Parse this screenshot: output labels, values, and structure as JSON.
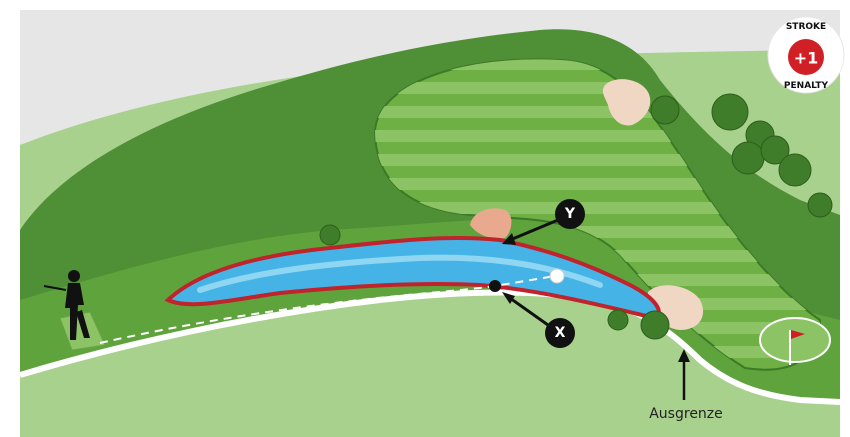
{
  "badge": {
    "top": "STROKE",
    "center": "+1",
    "bottom": "PENALTY"
  },
  "markers": {
    "x_label": "X",
    "y_label": "Y"
  },
  "boundary_label": "Ausgrenze",
  "colors": {
    "sky": "#e8e8e8",
    "rough": "#a9d18e",
    "hill": "#4f8f35",
    "fairway": "#6fb045",
    "fairway_stripe": "#8cc465",
    "water": "#46b3e6",
    "water_edge": "#c0232c",
    "sand": "#efd7c3",
    "penalty_red": "#d11f26"
  },
  "icons": [
    "golfer-icon",
    "flag-icon",
    "ball-icon",
    "tree-icon",
    "penalty-badge-icon"
  ]
}
